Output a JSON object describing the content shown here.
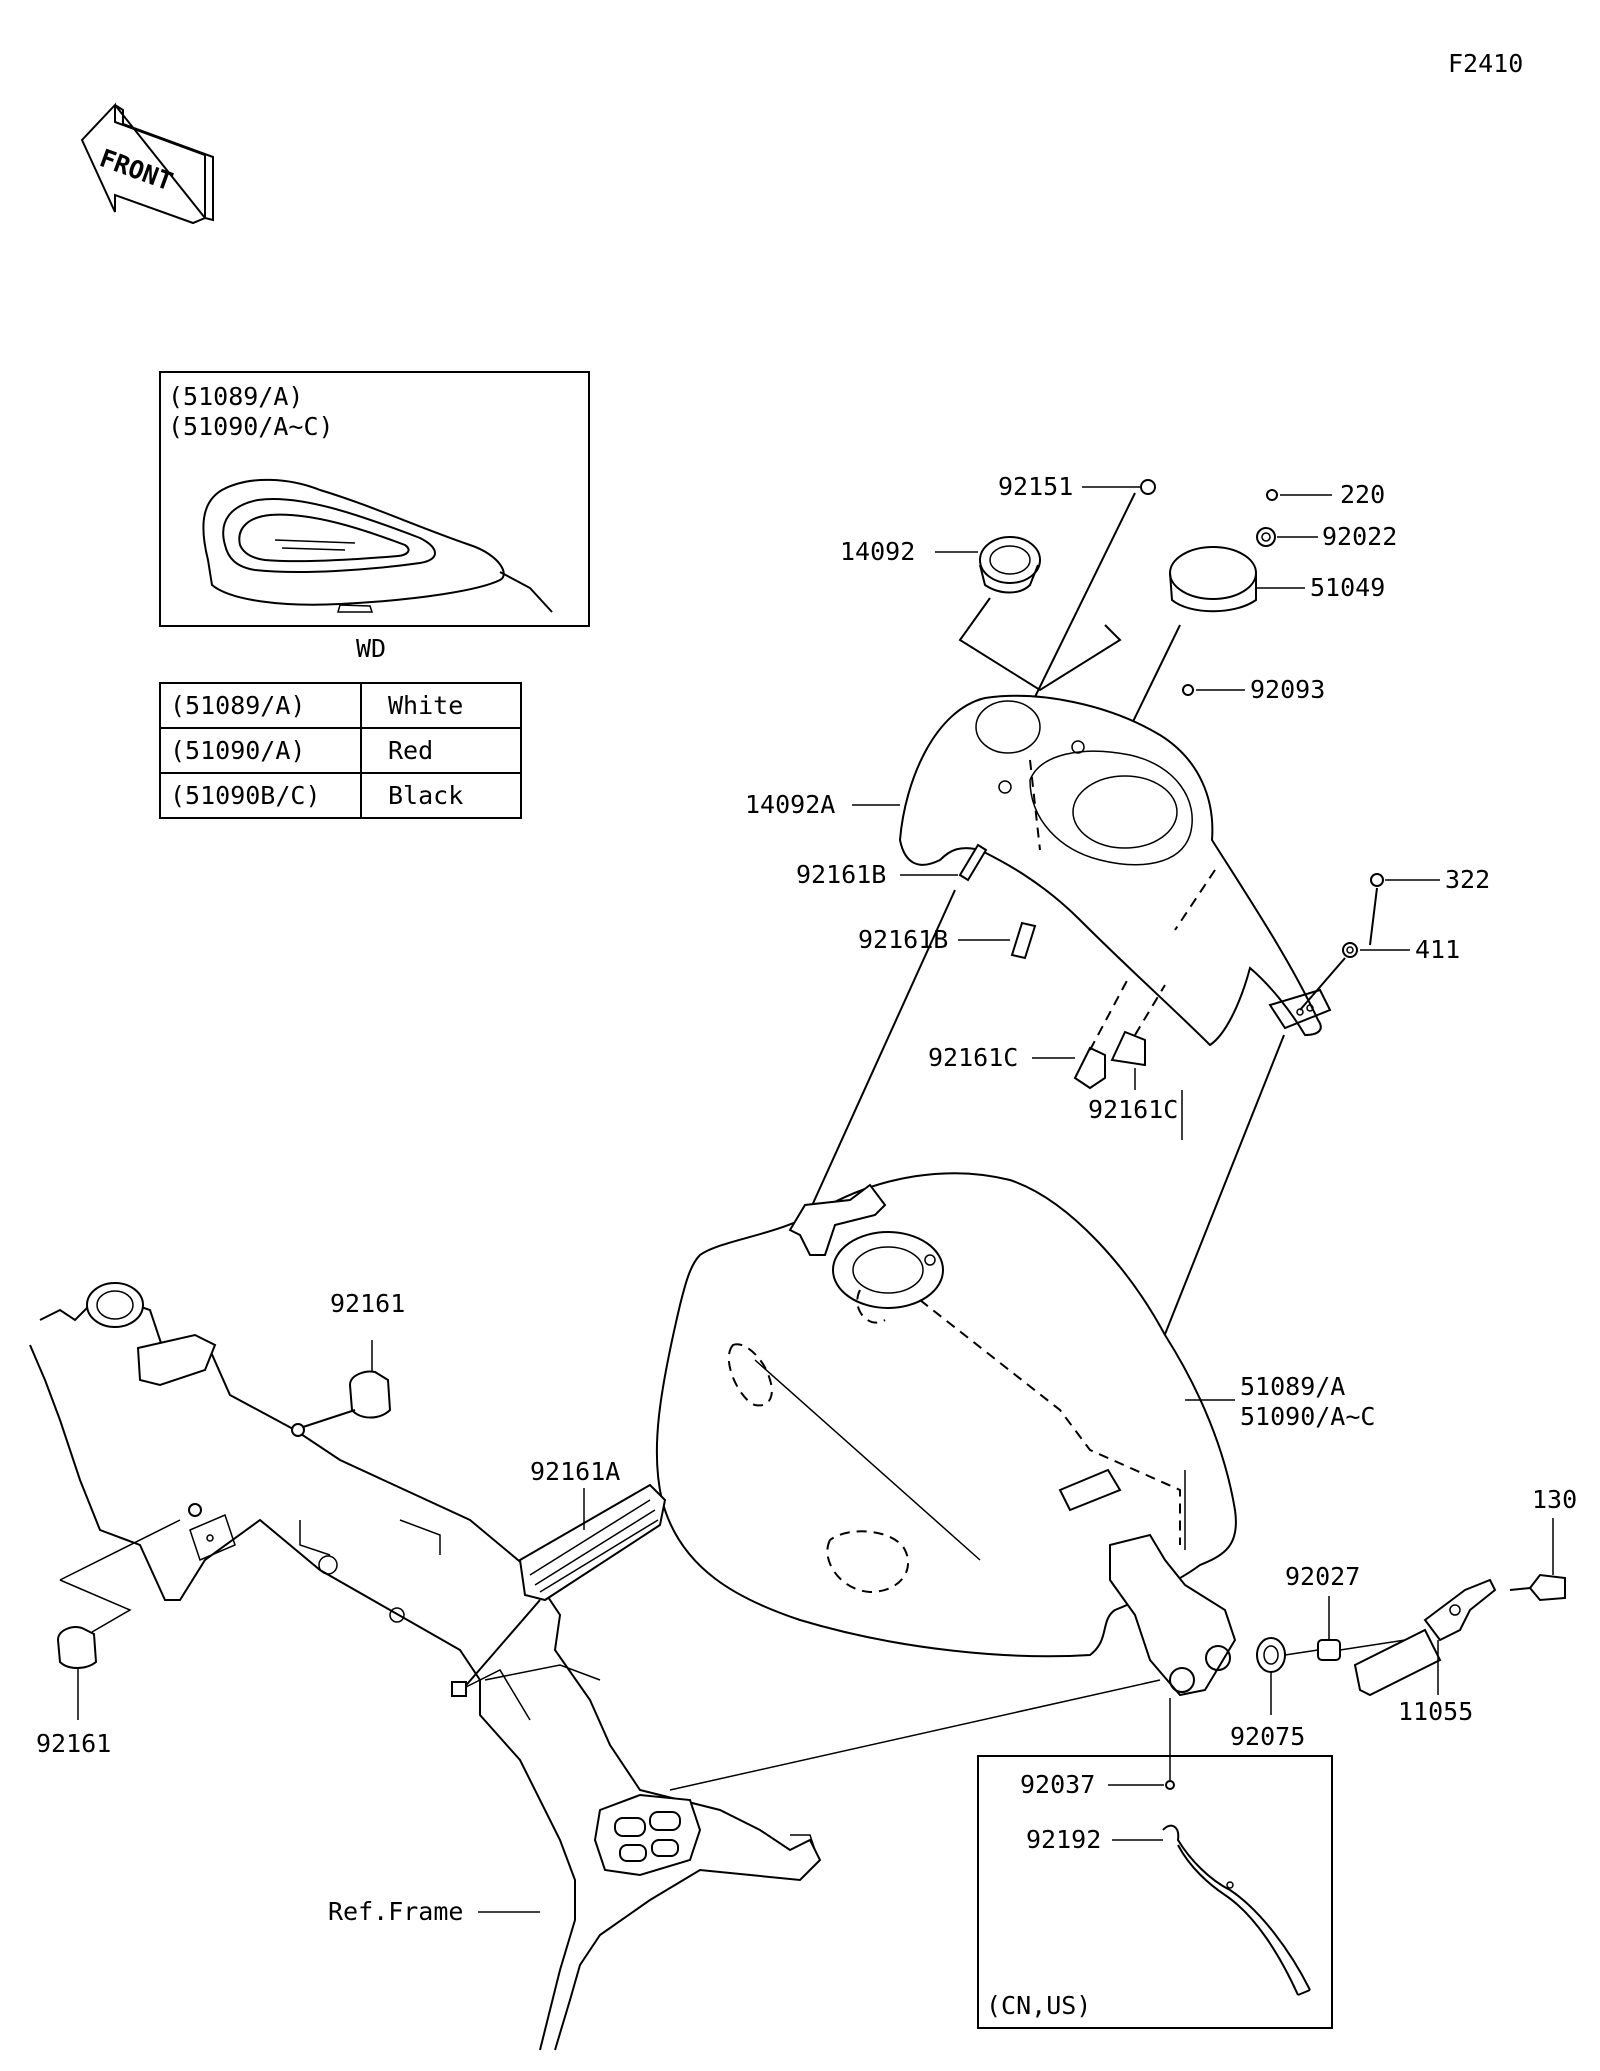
{
  "figure_code": "F2410",
  "front_label": "FRONT",
  "inset": {
    "header_line1": "(51089/A)",
    "header_line2": "(51090/A~C)",
    "caption": "WD"
  },
  "color_table": {
    "rows": [
      {
        "part": "(51089/A)",
        "color": "White"
      },
      {
        "part": "(51090/A)",
        "color": "Red"
      },
      {
        "part": "(51090B/C)",
        "color": "Black"
      }
    ]
  },
  "callouts": {
    "c92151": "92151",
    "c220": "220",
    "c92022": "92022",
    "c14092": "14092",
    "c51049": "51049",
    "c92093": "92093",
    "c14092A": "14092A",
    "c92161B_1": "92161B",
    "c92161B_2": "92161B",
    "c322": "322",
    "c411": "411",
    "c92161C_1": "92161C",
    "c92161C_2": "92161C",
    "c92161_top": "92161",
    "c92161A": "92161A",
    "c51089A": "51089/A",
    "c51090AC": "51090/A~C",
    "c130": "130",
    "c92027": "92027",
    "c92161_bottom": "92161",
    "c11055": "11055",
    "c92075": "92075",
    "c92037": "92037",
    "c92192": "92192",
    "ref_frame": "Ref.Frame",
    "region_note": "(CN,US)"
  }
}
